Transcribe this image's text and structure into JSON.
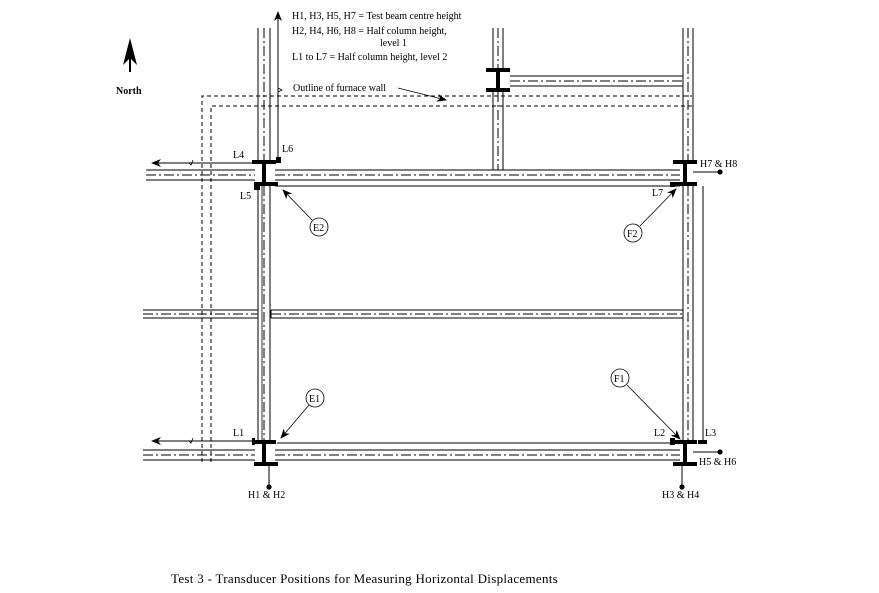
{
  "diagram": {
    "caption": "Test 3 - Transducer Positions for Measuring Horizontal Displacements",
    "north_label": "North",
    "legend": [
      "H1, H3, H5, H7 = Test beam centre height",
      "H2, H4, H6, H8 = Half column height,",
      "level 1",
      "L1 to L7 = Half column height, level 2"
    ],
    "furnace_wall_label": "Outline of furnace wall",
    "transducer_labels": {
      "L1": "L1",
      "L2": "L2",
      "L3": "L3",
      "L4": "L4",
      "L5": "L5",
      "L6": "L6",
      "L7": "L7",
      "H1H2": "H1 & H2",
      "H3H4": "H3 & H4",
      "H5H6": "H5 & H6",
      "H7H8": "H7 & H8"
    },
    "column_tags": {
      "E1": "E1",
      "E2": "E2",
      "F1": "F1",
      "F2": "F2"
    }
  }
}
